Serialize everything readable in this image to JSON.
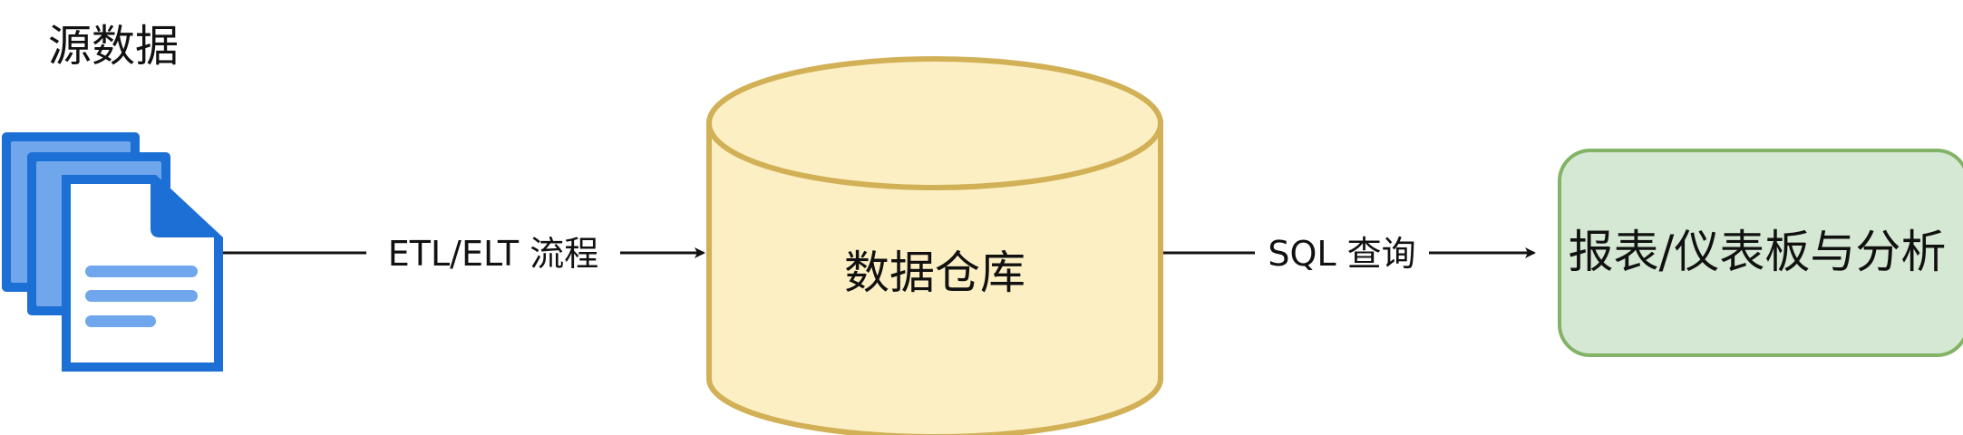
{
  "source": {
    "title": "源数据",
    "icon": "document-stack-icon"
  },
  "edges": [
    {
      "label": "ETL/ELT 流程"
    },
    {
      "label": "SQL 查询"
    }
  ],
  "warehouse": {
    "label": "数据仓库",
    "fill": "#fdefc4",
    "stroke": "#d1b056"
  },
  "report": {
    "label": "报表/仪表板与分析",
    "fill": "#d5e8d4",
    "stroke": "#82b366"
  },
  "colors": {
    "doc_blue": "#1c6fd4",
    "doc_light": "#6fa6ec",
    "doc_mid": "#4a8fe3",
    "line": "#111111"
  }
}
